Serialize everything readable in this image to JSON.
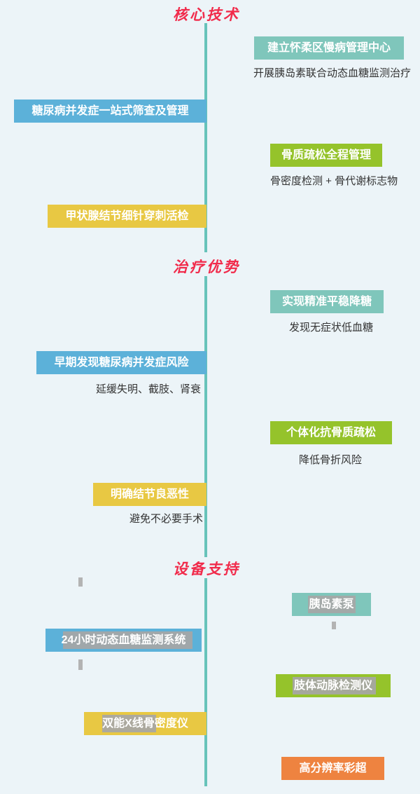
{
  "colors": {
    "background": "#ecf4f8",
    "timeline": "#67c3ba",
    "heading_red": "#f12b4b",
    "teal": "#7fc6bb",
    "blue": "#5cb1d9",
    "green": "#95c32b",
    "yellow": "#e8c843",
    "orange": "#ee8340",
    "placeholder_gray": "#a6a6a6",
    "body_text": "#333333"
  },
  "headings": {
    "core": "核心技术",
    "treatment": "治疗优势",
    "equipment": "设备支持"
  },
  "core": {
    "items": [
      {
        "label": "建立怀柔区慢病管理中心",
        "note": "开展胰岛素联合动态血糖监测治疗"
      },
      {
        "label": "糖尿病并发症一站式筛查及管理"
      },
      {
        "label": "骨质疏松全程管理",
        "note": "骨密度检测 + 骨代谢标志物"
      },
      {
        "label": "甲状腺结节细针穿刺活检"
      }
    ]
  },
  "treatment": {
    "items": [
      {
        "label": "实现精准平稳降糖",
        "note": "发现无症状低血糖"
      },
      {
        "label": "早期发现糖尿病并发症风险",
        "note": "延缓失明、截肢、肾衰"
      },
      {
        "label": "个体化抗骨质疏松",
        "note": "降低骨折风险"
      },
      {
        "label": "明确结节良恶性",
        "note": "避免不必要手术"
      }
    ]
  },
  "equipment": {
    "items": [
      {
        "label": "胰岛素泵"
      },
      {
        "label": "24小时动态血糖监测系统"
      },
      {
        "label": "肢体动脉检测仪"
      },
      {
        "label": "双能X线骨密度仪"
      },
      {
        "label": "高分辨率彩超"
      }
    ]
  }
}
